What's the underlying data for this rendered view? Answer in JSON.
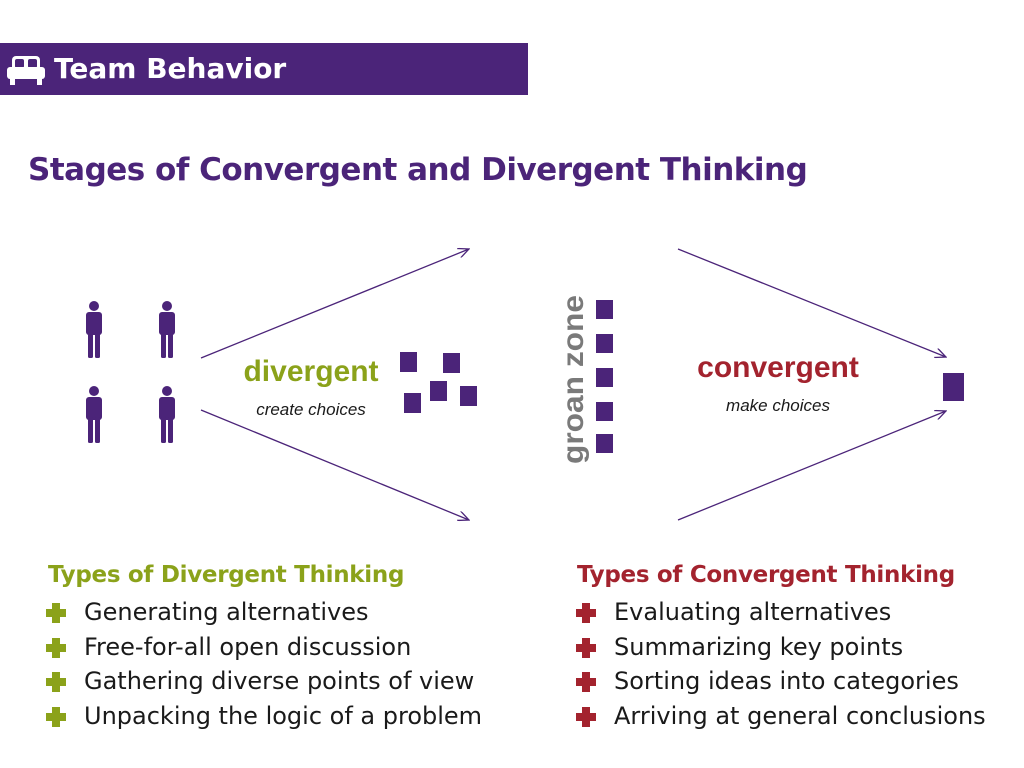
{
  "header": {
    "title": "Team Behavior",
    "icon": "sofa-icon",
    "color": "#4b2479"
  },
  "page_title": "Stages of Convergent and Divergent Thinking",
  "diagram": {
    "divergent_label": "divergent",
    "divergent_sub": "create choices",
    "groan_label": "groan zone",
    "convergent_label": "convergent",
    "convergent_sub": "make choices",
    "colors": {
      "purple": "#4b2479",
      "green": "#8ba21a",
      "red": "#a3232e",
      "gray": "#7a7a7a"
    }
  },
  "divergent_list": {
    "title": "Types of Divergent Thinking",
    "items": [
      "Generating alternatives",
      "Free-for-all open discussion",
      "Gathering diverse points of view",
      "Unpacking the logic of a problem"
    ]
  },
  "convergent_list": {
    "title": "Types of Convergent Thinking",
    "items": [
      "Evaluating alternatives",
      "Summarizing key points",
      "Sorting ideas into categories",
      "Arriving at general conclusions"
    ]
  }
}
